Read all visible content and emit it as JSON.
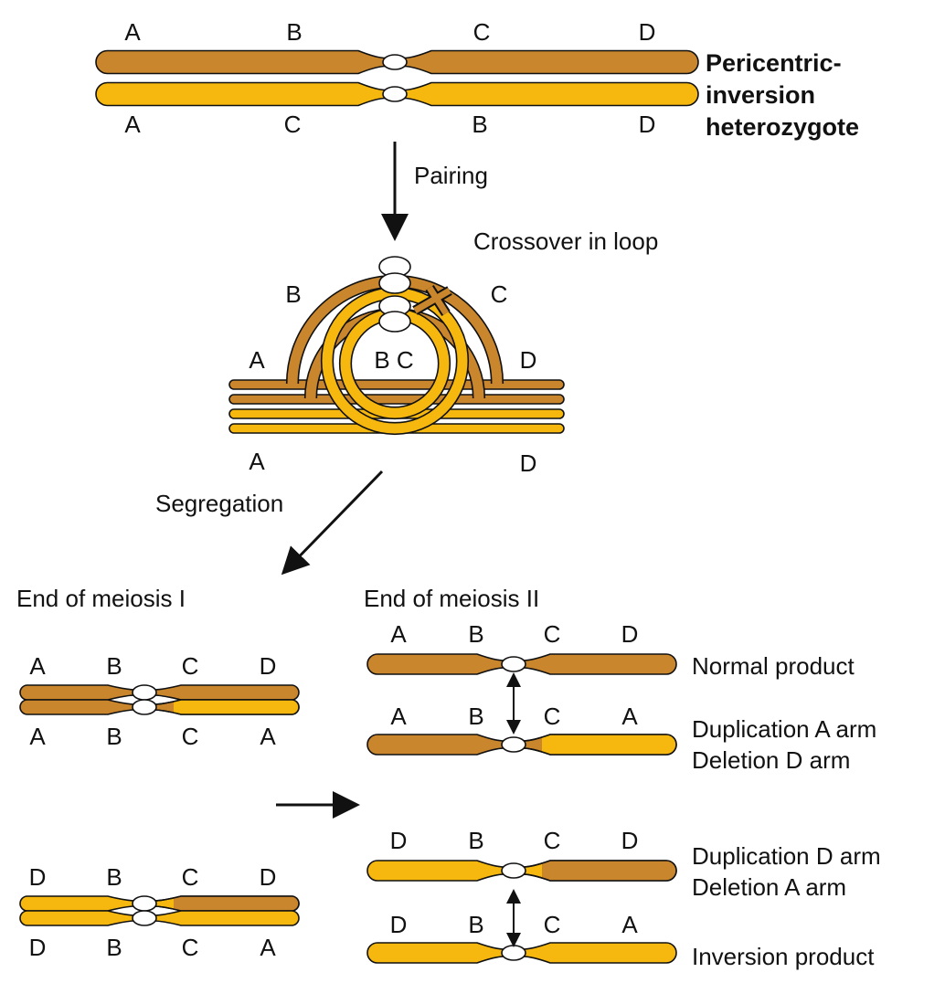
{
  "colors": {
    "normal": "#C9862C",
    "inverted": "#F6B80F",
    "outline": "#111111",
    "centromere": "#FFFFFF"
  },
  "title": {
    "line1": "Pericentric-",
    "line2": "inversion",
    "line3": "heterozygote"
  },
  "steps": {
    "pairing": "Pairing",
    "crossover": "Crossover in loop",
    "segregation": "Segregation",
    "meiosis1": "End of meiosis I",
    "meiosis2": "End of meiosis II"
  },
  "heterozygote": {
    "top_genes": [
      "A",
      "B",
      "C",
      "D"
    ],
    "bottom_genes": [
      "A",
      "C",
      "B",
      "D"
    ]
  },
  "loop": {
    "labels": {
      "b_outer": "B",
      "c_outer": "C",
      "a_left": "A",
      "d_right": "D",
      "bc_inner": "B C",
      "a_bottom": "A",
      "d_bottom": "D"
    }
  },
  "meiosis1": {
    "pair1": {
      "top": [
        "A",
        "B",
        "C",
        "D"
      ],
      "bottom": [
        "A",
        "B",
        "C",
        "A"
      ]
    },
    "pair2": {
      "top": [
        "D",
        "B",
        "C",
        "D"
      ],
      "bottom": [
        "D",
        "B",
        "C",
        "A"
      ]
    }
  },
  "products": [
    {
      "genes": [
        "A",
        "B",
        "C",
        "D"
      ],
      "label1": "Normal product",
      "label2": ""
    },
    {
      "genes": [
        "A",
        "B",
        "C",
        "A"
      ],
      "label1": "Duplication A arm",
      "label2": "Deletion D arm"
    },
    {
      "genes": [
        "D",
        "B",
        "C",
        "D"
      ],
      "label1": "Duplication D arm",
      "label2": "Deletion A arm"
    },
    {
      "genes": [
        "D",
        "B",
        "C",
        "A"
      ],
      "label1": "Inversion product",
      "label2": ""
    }
  ]
}
